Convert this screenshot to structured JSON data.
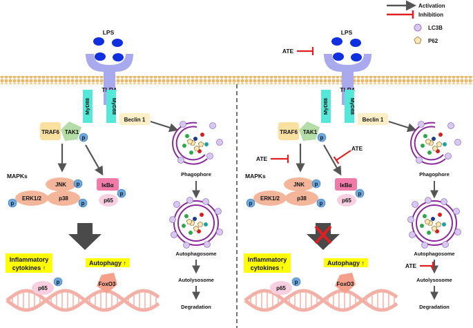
{
  "legend": {
    "activation": "Activation",
    "inhibition": "Inhibition",
    "lc3b": "LC3B",
    "p62": "P62"
  },
  "labels": {
    "lps": "LPS",
    "tlr4": "TLR4",
    "myd88": "MyD88",
    "beclin": "Beclin 1",
    "traf6": "TRAF6",
    "tak1": "TAK1",
    "p": "p",
    "mapks": "MAPKs",
    "jnk": "JNK",
    "erk": "ERK1/2",
    "p38": "p38",
    "ikba": "IκBα",
    "p65": "p65",
    "phagophore": "Phagophore",
    "autophagosome": "Autophagosome",
    "autolysosome": "Autolysosome",
    "degradation": "Degradation",
    "inflammatory_line1": "Inflammatory",
    "inflammatory_line2": "cytokines ↑",
    "autophagy": "Autophagy ↑",
    "foxo3": "FoxO3",
    "ate": "ATE"
  },
  "colors": {
    "receptor": "#a9a9ee",
    "myd88": "#55e8d8",
    "beclin": "#fcefc6",
    "traf6": "#fbe0a0",
    "tak1": "#b4dca6",
    "phospho": "#6aa8e0",
    "mapk": "#f4b69a",
    "ikba": "#f07ba8",
    "p65": "#f8cfe0",
    "foxo3": "#f4a08a",
    "highlight": "#ffff00",
    "inhibit": "#e02020",
    "membrane": "#e7b96d",
    "lc3b": "#d7c8f0",
    "p62": "#fbe8b8",
    "dna": "#f2b0a6"
  }
}
